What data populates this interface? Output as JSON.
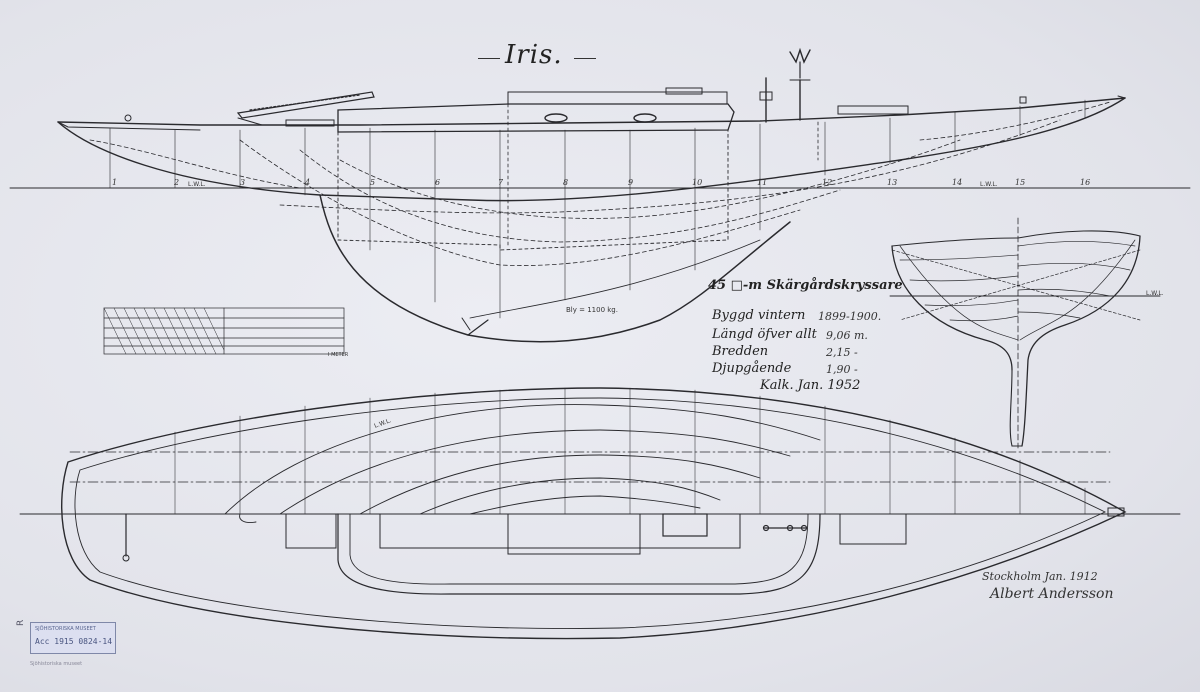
{
  "title": "Iris.",
  "spec": {
    "heading": "45 □-m Skärgårdskryssare",
    "rows": [
      {
        "label": "Byggd vintern",
        "value": "1899-1900."
      },
      {
        "label": "Längd öfver allt",
        "value": "9,06 m."
      },
      {
        "label": "Bredden",
        "value": "2,15 -"
      },
      {
        "label": "Djupgående",
        "value": "1,90 -"
      }
    ],
    "note": "Kalk. Jan. 1952"
  },
  "ballast_label": "Bly = 1100 kg.",
  "scale_unit_label": "I METER",
  "station_labels": [
    "1",
    "2",
    "3",
    "4",
    "5",
    "6",
    "7",
    "8",
    "9",
    "10",
    "11",
    "12",
    "13",
    "14",
    "15",
    "16"
  ],
  "waterline_tag": "L.W.L.",
  "signature": {
    "place_date": "Stockholm Jan. 1912",
    "name": "Albert Andersson"
  },
  "stamp": {
    "line1": "SJÖHISTORISKA MUSEET",
    "line2": "Acc 1915 0824-14",
    "side": "R"
  },
  "footer_note": "Sjöhistoriska museet",
  "colors": {
    "paper": "#e4e5ec",
    "ink": "#2a2a2e"
  }
}
